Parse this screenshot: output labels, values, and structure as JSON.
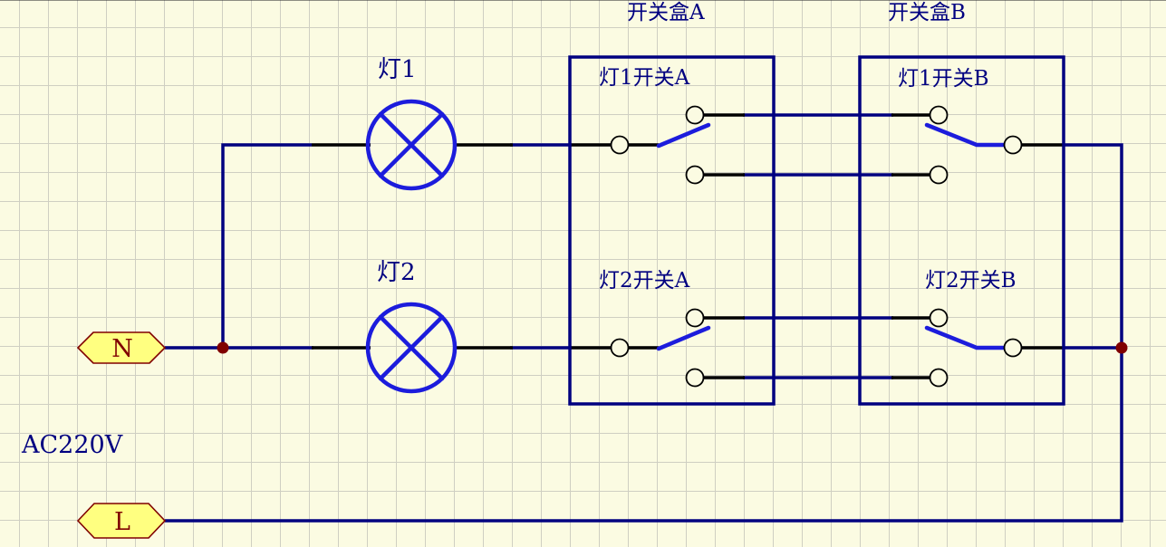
{
  "diagram_title": "AC220V",
  "colors": {
    "background": "#fbfbe2",
    "grid": "#cfcfc2",
    "wire": "#000080",
    "pin": "#000000",
    "symbol": "#1c1cdc",
    "box_border": "#000080",
    "label": "#000080",
    "junction": "#800000",
    "port_fill": "#ffff80",
    "port_border": "#800000",
    "port_text": "#800000"
  },
  "labels": {
    "box_a_title": "开关盒A",
    "box_b_title": "开关盒B",
    "lamp1": "灯1",
    "lamp2": "灯2",
    "switch_a1": "灯1开关A",
    "switch_b1": "灯1开关B",
    "switch_a2": "灯2开关A",
    "switch_b2": "灯2开关B",
    "supply": "AC220V",
    "neutral_port": "N",
    "live_port": "L"
  }
}
